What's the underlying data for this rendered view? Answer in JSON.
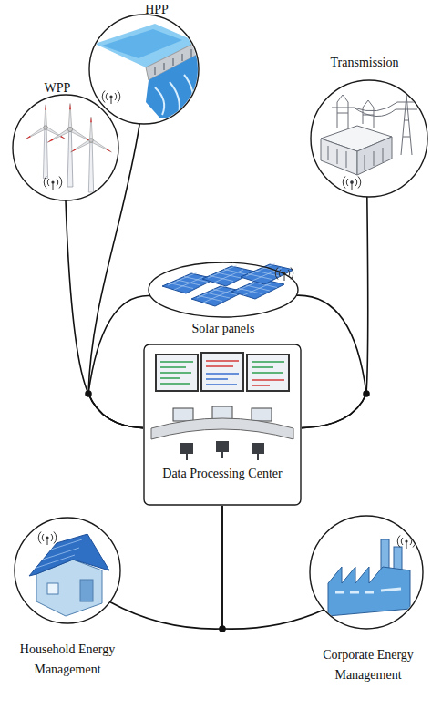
{
  "diagram": {
    "nodes": [
      {
        "text": [
          "WPP"
        ]
      },
      {
        "text": [
          "HPP"
        ]
      },
      {
        "text": [
          "Transmission"
        ]
      },
      {
        "text": [
          "Solar panels"
        ]
      },
      {
        "text": [
          "Data Processing Center"
        ]
      },
      {
        "text": [
          "Household Energy Management"
        ]
      },
      {
        "text": [
          "Corporate Energy Management"
        ]
      }
    ],
    "edges": [
      {
        "from": 0,
        "to": 4,
        "arrow": "none"
      },
      {
        "from": 1,
        "to": 4,
        "arrow": "none"
      },
      {
        "from": 3,
        "to": 4,
        "arrow": "none"
      },
      {
        "from": 2,
        "to": 4,
        "arrow": "none"
      },
      {
        "from": 4,
        "to": 5,
        "arrow": "none"
      },
      {
        "from": 4,
        "to": 6,
        "arrow": "none"
      }
    ]
  }
}
